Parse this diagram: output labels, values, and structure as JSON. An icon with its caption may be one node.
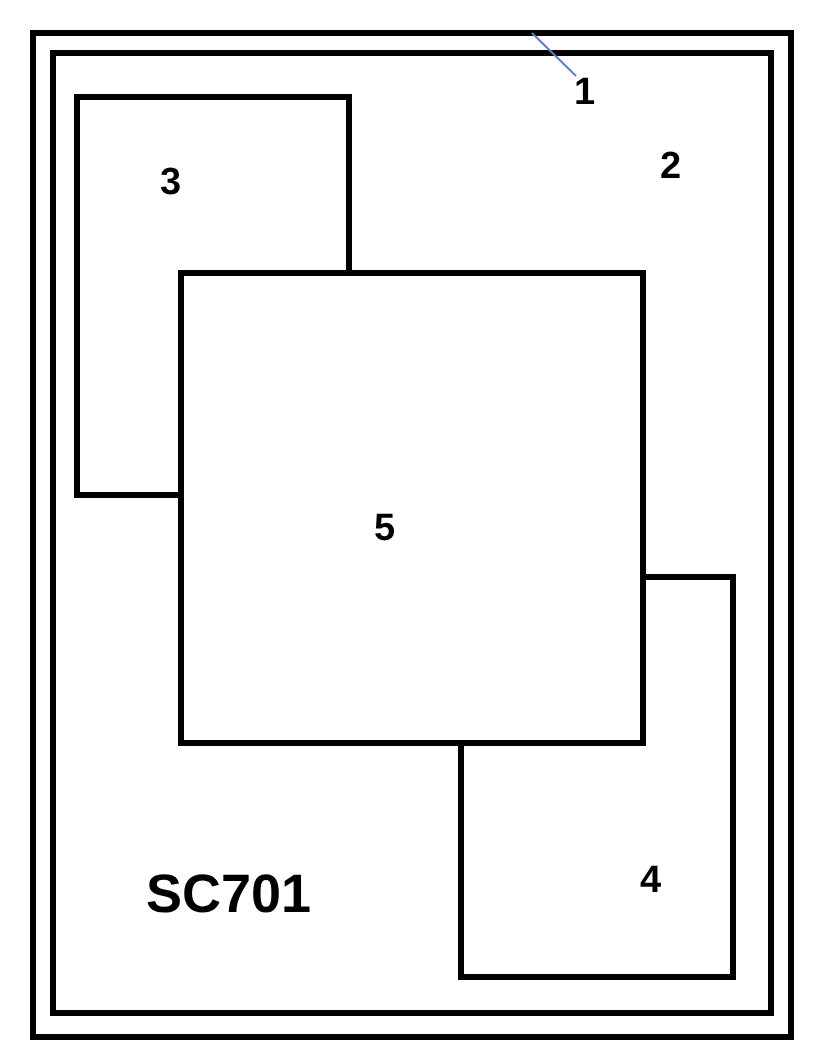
{
  "diagram": {
    "nodes": [
      {
        "text": [],
        "shape": "box"
      },
      {
        "text": [
          "2"
        ],
        "in": 0
      },
      {
        "text": [
          "1"
        ],
        "in": 1
      },
      {
        "text": [
          "3"
        ],
        "in": 1
      },
      {
        "text": [
          "5"
        ],
        "in": 1
      },
      {
        "text": [
          "4"
        ],
        "in": 1
      }
    ],
    "edges": [
      {
        "from": 2,
        "to": 0,
        "arrow": "none",
        "color": "#5b7fbf"
      }
    ],
    "labels": [
      "SC701"
    ]
  }
}
